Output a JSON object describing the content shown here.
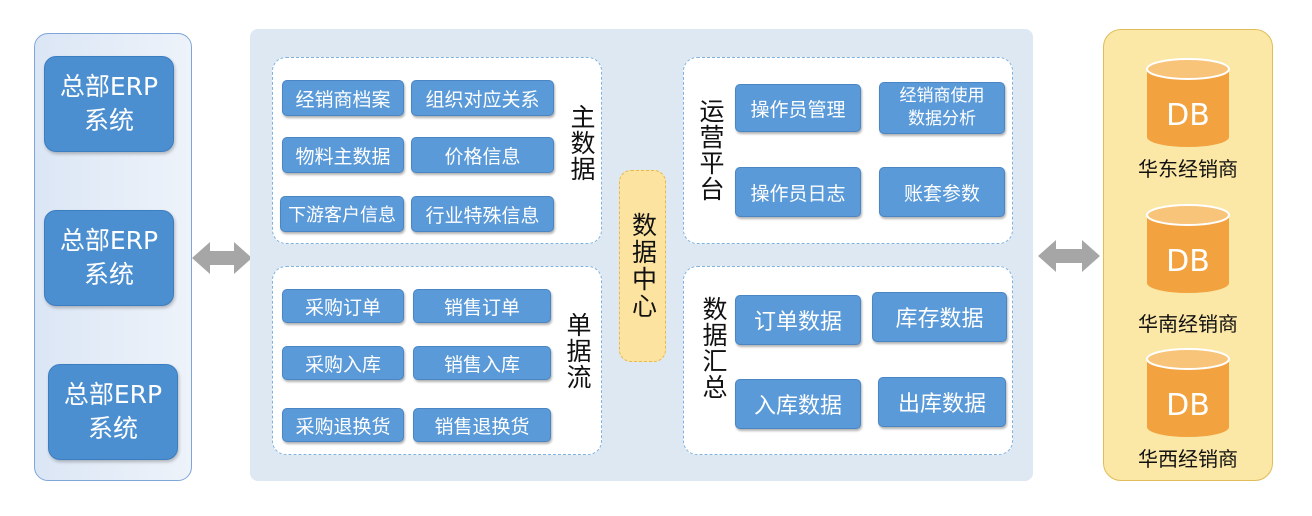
{
  "erp": {
    "boxes": [
      "总部ERP系统",
      "总部ERP系统",
      "总部ERP系统"
    ]
  },
  "master_data": {
    "label": "主数据",
    "items": [
      "经销商档案",
      "组织对应关系",
      "物料主数据",
      "价格信息",
      "下游客户信息",
      "行业特殊信息"
    ]
  },
  "document_flow": {
    "label": "单据流",
    "items": [
      "采购订单",
      "销售订单",
      "采购入库",
      "销售入库",
      "采购退换货",
      "销售退换货"
    ]
  },
  "data_center": {
    "label": "数据中心"
  },
  "ops_platform": {
    "label": "运营平台",
    "items": [
      "操作员管理",
      "经销商使用数据分析",
      "操作员日志",
      "账套参数"
    ]
  },
  "data_summary": {
    "label": "数据汇总",
    "items": [
      "订单数据",
      "库存数据",
      "入库数据",
      "出库数据"
    ]
  },
  "databases": [
    {
      "icon_text": "DB",
      "label": "华东经销商"
    },
    {
      "icon_text": "DB",
      "label": "华南经销商"
    },
    {
      "icon_text": "DB",
      "label": "华西经销商"
    }
  ],
  "colors": {
    "box_blue": "#4b8fd0",
    "db_orange": "#f2a23e",
    "db_panel": "#fbe7a6",
    "center_bg": "#dde8f3",
    "arrow_gray": "#a6a6a6"
  }
}
